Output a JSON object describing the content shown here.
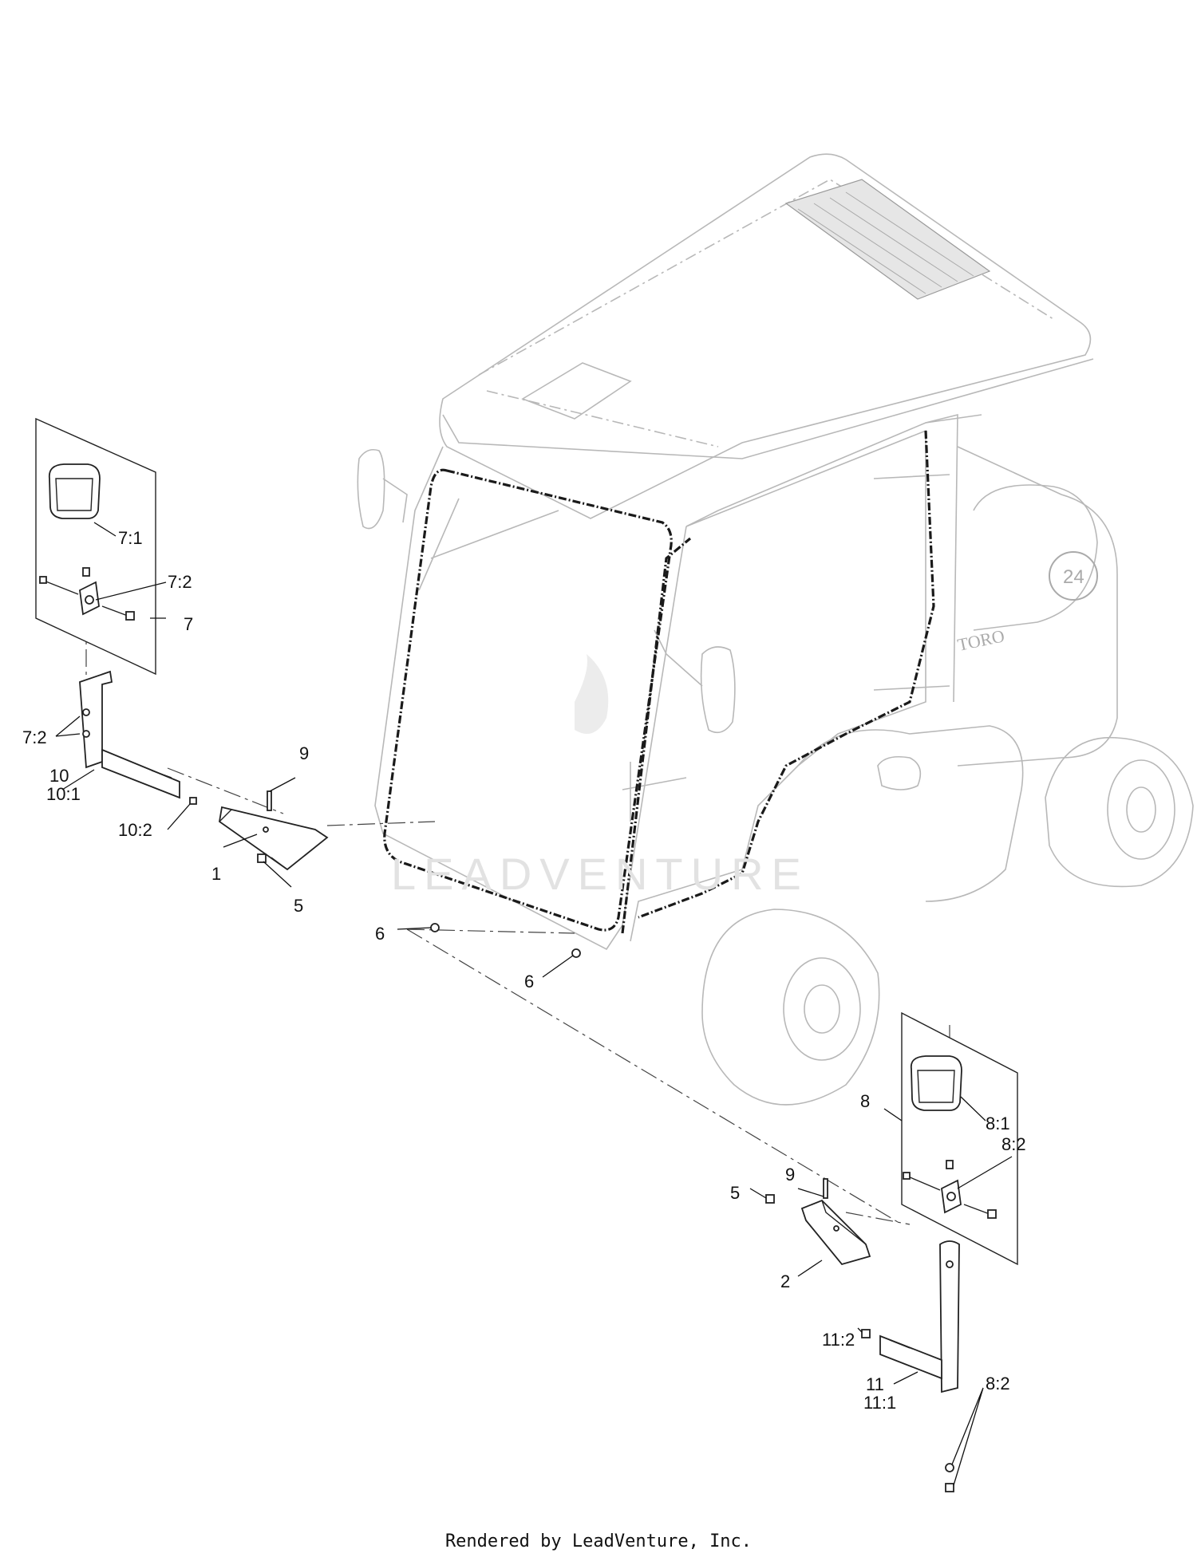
{
  "footer": {
    "text": "Rendered by LeadVenture, Inc."
  },
  "watermark": {
    "text": "LEADVENTURE"
  },
  "decal": {
    "brand": "TORO",
    "number": "24"
  },
  "callouts": [
    {
      "id": "c-7-1",
      "text": "7:1"
    },
    {
      "id": "c-7-2a",
      "text": "7:2"
    },
    {
      "id": "c-7",
      "text": "7"
    },
    {
      "id": "c-7-2b",
      "text": "7:2"
    },
    {
      "id": "c-10",
      "text": "10"
    },
    {
      "id": "c-10-1",
      "text": "10:1"
    },
    {
      "id": "c-10-2",
      "text": "10:2"
    },
    {
      "id": "c-9a",
      "text": "9"
    },
    {
      "id": "c-1",
      "text": "1"
    },
    {
      "id": "c-5a",
      "text": "5"
    },
    {
      "id": "c-6a",
      "text": "6"
    },
    {
      "id": "c-6b",
      "text": "6"
    },
    {
      "id": "c-8",
      "text": "8"
    },
    {
      "id": "c-8-1",
      "text": "8:1"
    },
    {
      "id": "c-8-2a",
      "text": "8:2"
    },
    {
      "id": "c-9b",
      "text": "9"
    },
    {
      "id": "c-5b",
      "text": "5"
    },
    {
      "id": "c-2",
      "text": "2"
    },
    {
      "id": "c-11-2",
      "text": "11:2"
    },
    {
      "id": "c-11",
      "text": "11"
    },
    {
      "id": "c-11-1",
      "text": "11:1"
    },
    {
      "id": "c-8-2b",
      "text": "8:2"
    }
  ]
}
